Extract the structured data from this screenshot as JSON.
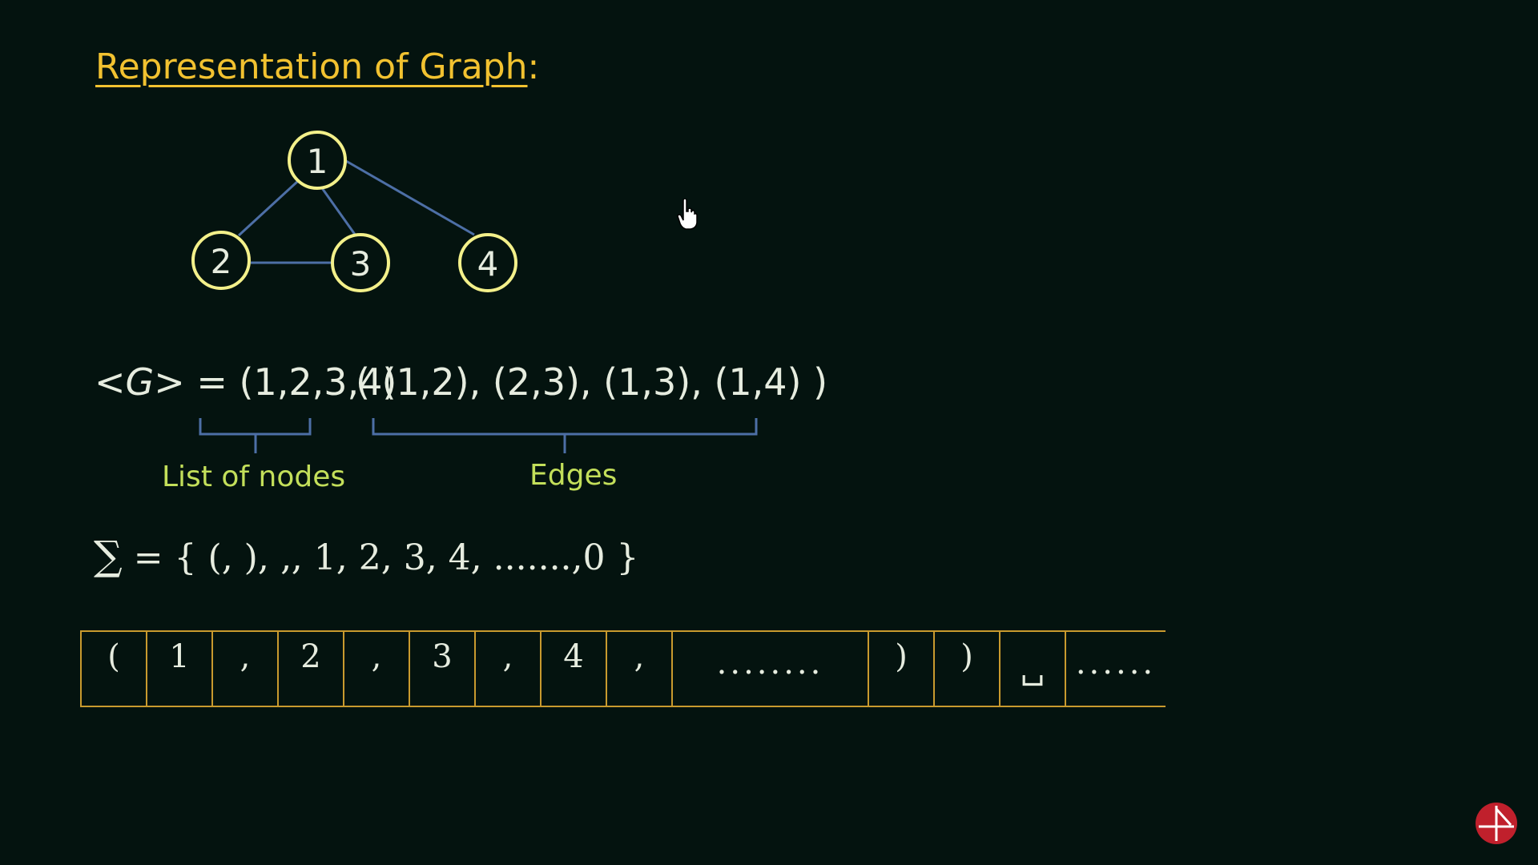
{
  "title": {
    "text": "Representation of Graph",
    "suffix": ":"
  },
  "graph": {
    "nodes": [
      {
        "id": "1",
        "label": "1"
      },
      {
        "id": "2",
        "label": "2"
      },
      {
        "id": "3",
        "label": "3"
      },
      {
        "id": "4",
        "label": "4"
      }
    ],
    "edges": [
      [
        "1",
        "2"
      ],
      [
        "2",
        "3"
      ],
      [
        "1",
        "3"
      ],
      [
        "1",
        "4"
      ]
    ]
  },
  "encoding": {
    "lhs": "<G>",
    "equals": "=",
    "nodes_tuple": "(1,2,3,4)",
    "edges_tuple": "( (1,2), (2,3), (1,3), (1,4) )",
    "nodes_caption": "List of nodes",
    "edges_caption": "Edges"
  },
  "alphabet": {
    "symbol": "∑",
    "definition": "= { (, ), ‚, 1, 2, 3, 4, .......,0 }"
  },
  "tape": {
    "cells": [
      "(",
      "1",
      ",",
      "2",
      ",",
      "3",
      ",",
      "4",
      ",",
      "........",
      ")",
      ")",
      "␣",
      "......"
    ]
  },
  "colors": {
    "background": "#04130f",
    "title": "#f2c230",
    "node_outline": "#f3f08a",
    "edge": "#4d6fa6",
    "caption": "#c3df5a",
    "tape_border": "#c99a2e"
  },
  "icons": {
    "cursor": "hand-pointer-icon",
    "logo": "channel-logo-icon"
  }
}
